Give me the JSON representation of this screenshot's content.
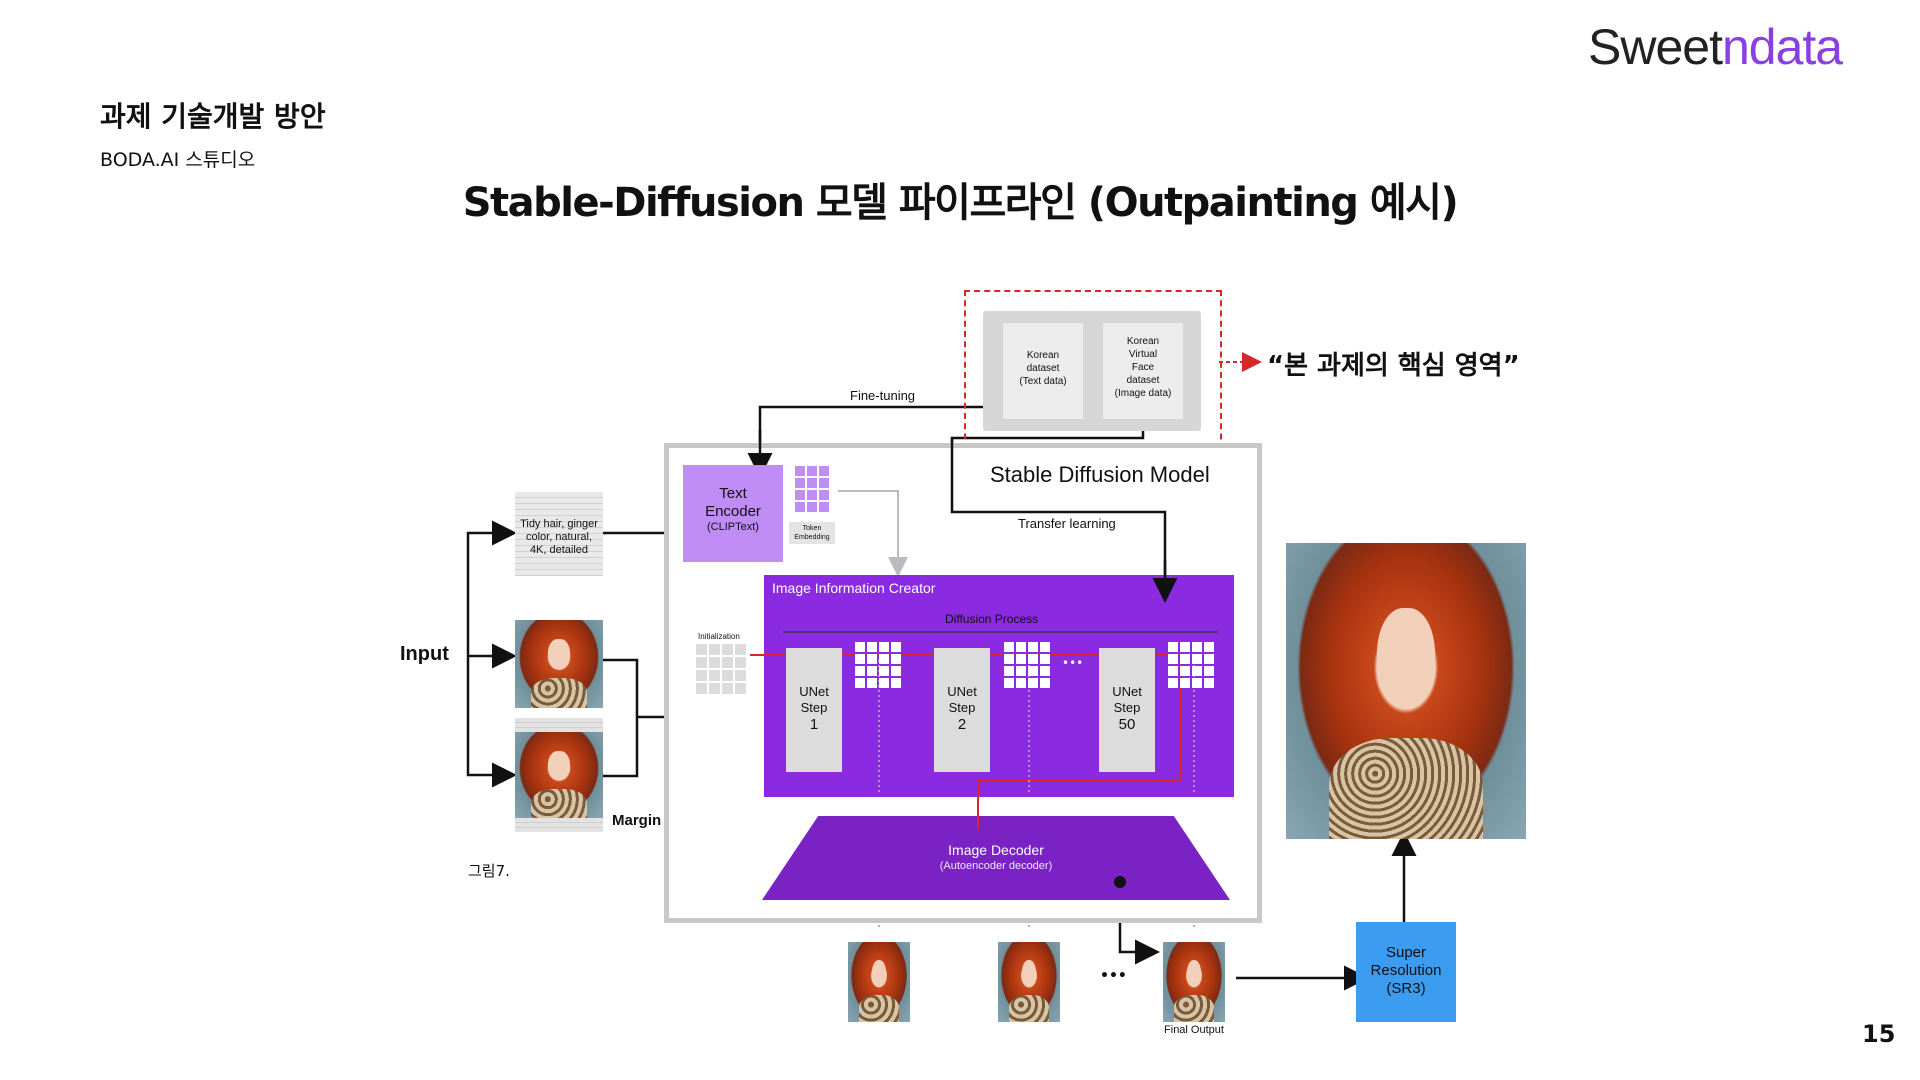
{
  "header": {
    "logo_part1": "Sweet",
    "logo_part2": "ndata",
    "section_title": "과제 기술개발 방안",
    "section_subtitle": "BODA.AI 스튜디오",
    "main_title": "Stable-Diffusion 모델 파이프라인 (Outpainting 예시)",
    "page_number": "15"
  },
  "diagram": {
    "dataset_text": "Korean\ndataset\n(Text data)",
    "dataset_image": "Korean\nVirtual\nFace\ndataset\n(Image data)",
    "core_area_label": "“본 과제의 핵심 영역”",
    "fine_tuning": "Fine-tuning",
    "model_label": "Stable Diffusion Model",
    "transfer_learning": "Transfer learning",
    "text_encoder": "Text\nEncoder",
    "text_encoder_sub": "(CLIPText)",
    "token_embedding": "Token\nEmbedding",
    "prompt": "Tidy hair, ginger\ncolor, natural,\n4K, detailed",
    "input_label": "Input",
    "margin_label": "Margin",
    "figure_caption": "그림7.",
    "initialization": "Initialization",
    "image_info_creator": "Image Information Creator",
    "diffusion_process": "Diffusion Process",
    "unet_steps": [
      {
        "label": "UNet\nStep",
        "num": "1"
      },
      {
        "label": "UNet\nStep",
        "num": "2"
      },
      {
        "label": "UNet\nStep",
        "num": "50"
      }
    ],
    "ellipsis": "•••",
    "image_decoder": "Image Decoder",
    "image_decoder_sub": "(Autoencoder decoder)",
    "final_output": "Final Output",
    "output_ellipsis": "•••",
    "super_resolution": "Super\nResolution\n(SR3)"
  },
  "colors": {
    "purple_main": "#8a2be2",
    "purple_light": "#c08cf5",
    "purple_dark": "#7a22c4",
    "blue_sr": "#3b9cf0",
    "red_dashed": "#d62828",
    "logo_accent": "#8a3fe0"
  }
}
